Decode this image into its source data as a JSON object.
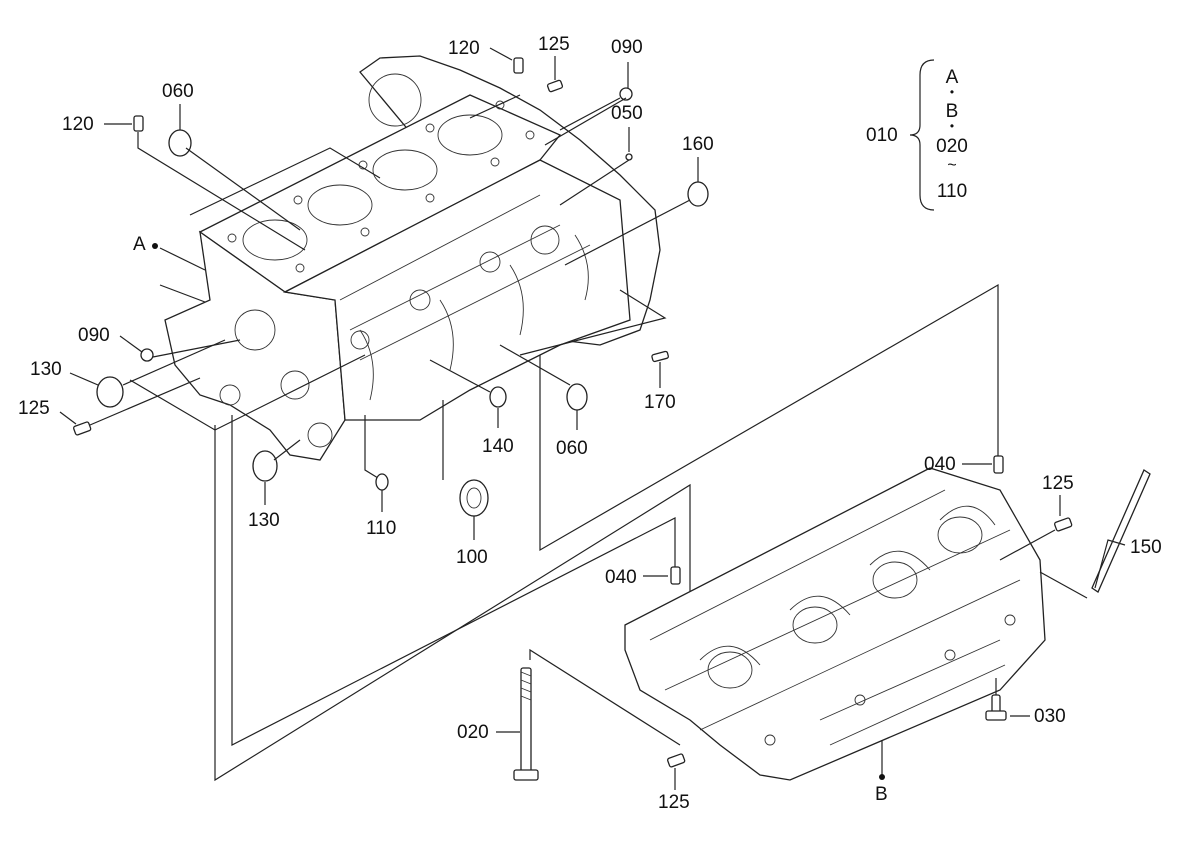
{
  "labels": {
    "p120a": "120",
    "p125a": "125",
    "p090a": "090",
    "p050": "050",
    "p060a": "060",
    "p120b": "120",
    "p160": "160",
    "pA": "A",
    "p090b": "090",
    "p130a": "130",
    "p125b": "125",
    "p170": "170",
    "p140": "140",
    "p060b": "060",
    "p130b": "130",
    "p110": "110",
    "p100": "100",
    "p040a": "040",
    "p125c": "125",
    "p150": "150",
    "p040b": "040",
    "p020": "020",
    "p030": "030",
    "p125d": "125",
    "pB": "B",
    "p010": "010"
  },
  "group_010": {
    "items": [
      "A",
      "B",
      "020",
      "110"
    ],
    "sep1": "•",
    "sep2": "•",
    "range": "~"
  }
}
